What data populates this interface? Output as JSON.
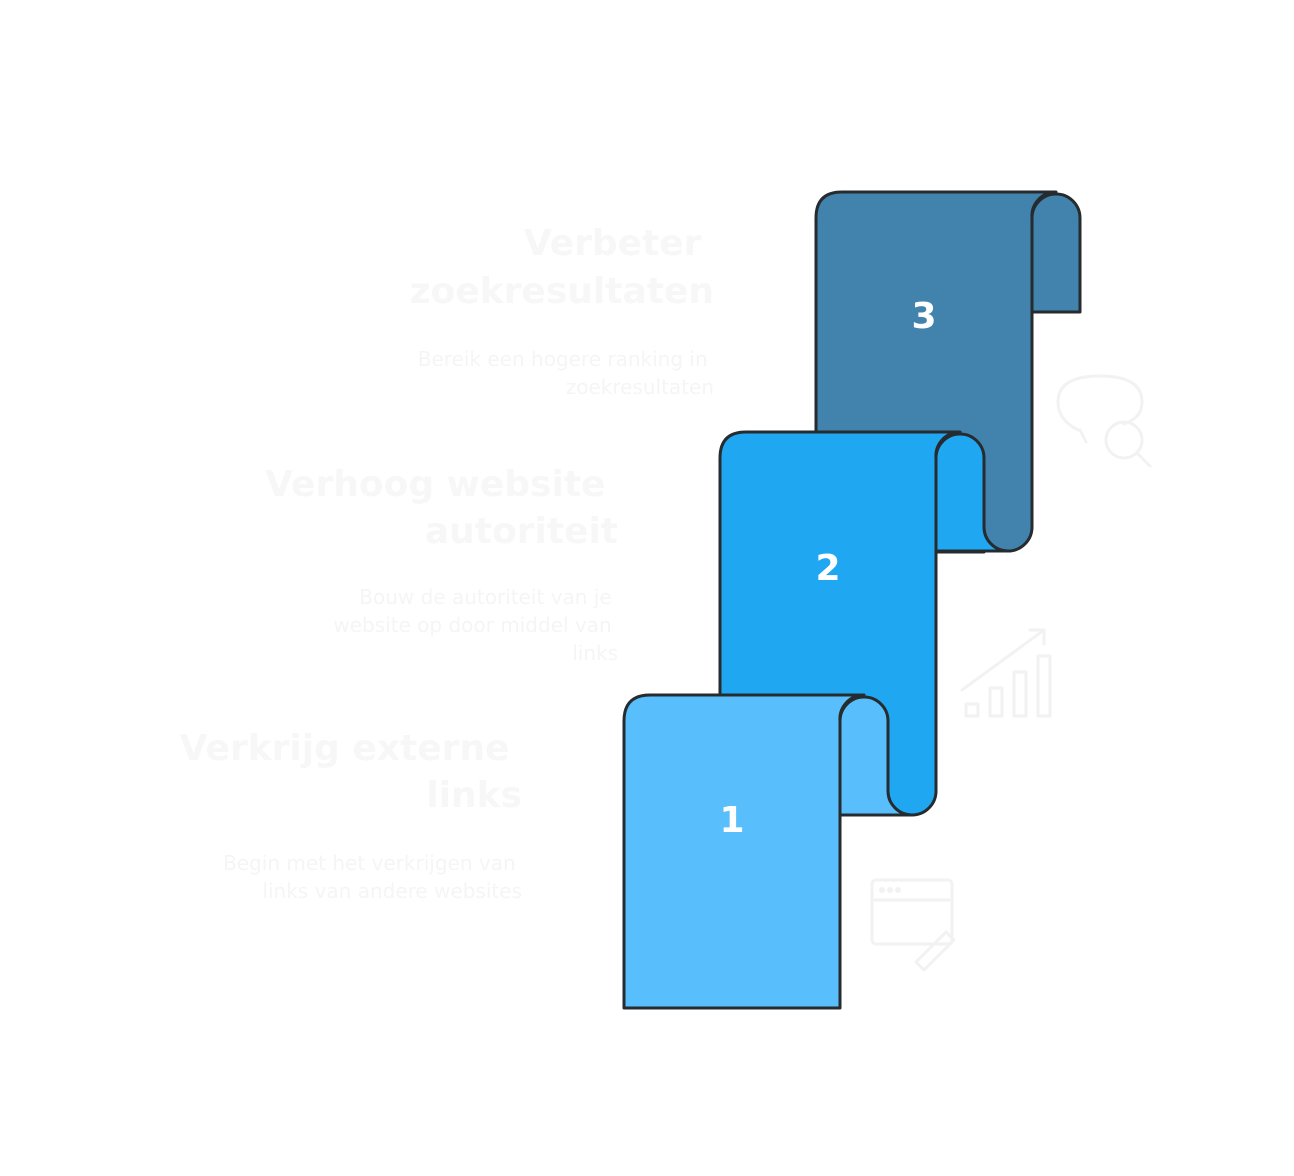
{
  "steps": [
    {
      "number": "1",
      "title_lines": [
        "Verkrijg externe",
        "links"
      ],
      "desc_lines": [
        "Begin met het verkrijgen van",
        "links van andere websites"
      ],
      "color": "#58bffc",
      "icon": "browser-edit-icon"
    },
    {
      "number": "2",
      "title_lines": [
        "Verhoog website",
        "autoriteit"
      ],
      "desc_lines": [
        "Bouw de autoriteit van je",
        "website op door middel van",
        "links"
      ],
      "color": "#20a7f1",
      "icon": "growth-chart-icon"
    },
    {
      "number": "3",
      "title_lines": [
        "Verbeter",
        "zoekresultaten"
      ],
      "desc_lines": [
        "Bereik een hogere ranking in",
        "zoekresultaten"
      ],
      "color": "#4183ad",
      "icon": "search-chat-icon"
    }
  ],
  "colors": {
    "outline": "#262b30",
    "number_text": "#ffffff",
    "faint_text": "#f5f5f5"
  }
}
